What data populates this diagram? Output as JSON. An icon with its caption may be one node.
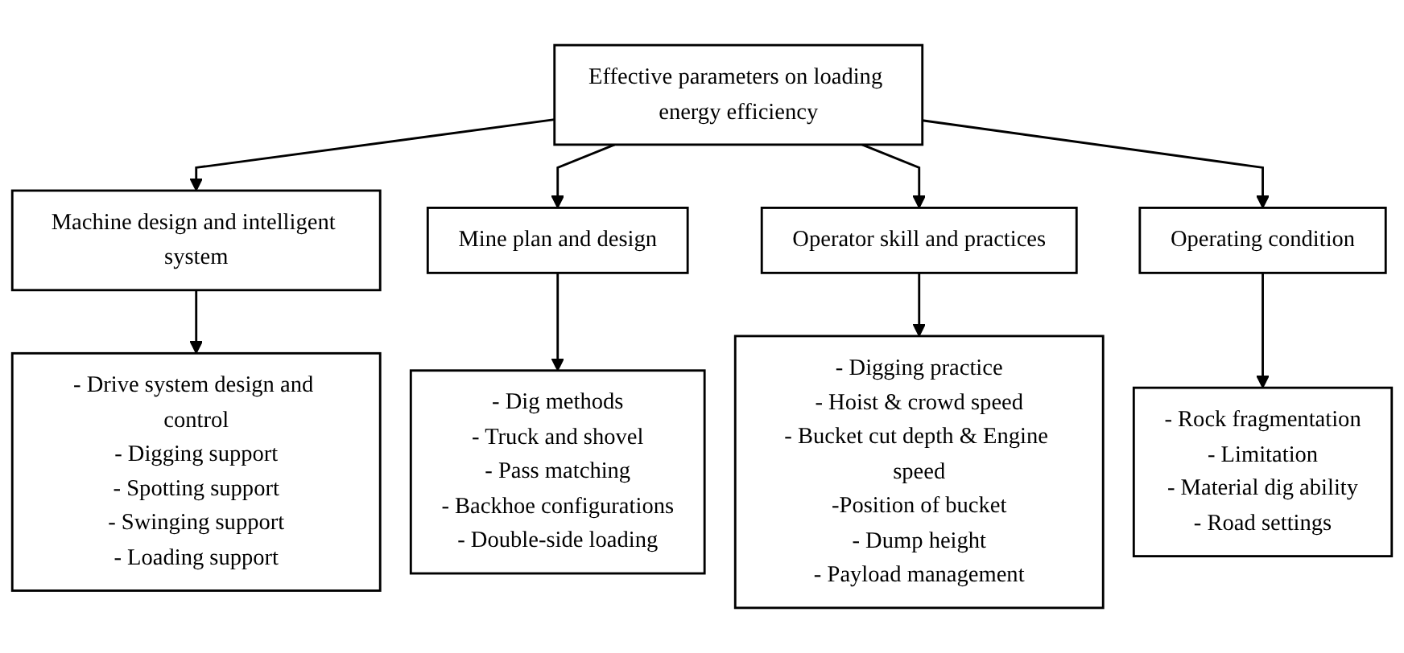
{
  "diagram": {
    "nodes": [
      {
        "text": [
          "Effective parameters on loading energy efficiency"
        ]
      },
      {
        "text": [
          "Machine design and intelligent system"
        ]
      },
      {
        "text": [
          "Mine plan and design"
        ]
      },
      {
        "text": [
          "Operator skill and practices"
        ]
      },
      {
        "text": [
          "Operating condition"
        ]
      },
      {
        "text": [
          "- Drive system design and control",
          "- Digging support",
          "- Spotting support",
          "- Swinging support",
          "- Loading support"
        ]
      },
      {
        "text": [
          "- Dig methods",
          "- Truck and shovel",
          "- Pass matching",
          "- Backhoe configurations",
          "- Double-side loading"
        ]
      },
      {
        "text": [
          "- Digging practice",
          "- Hoist & crowd speed",
          "- Bucket cut depth & Engine speed",
          "-Position of bucket",
          "- Dump height",
          "- Payload management"
        ]
      },
      {
        "text": [
          "- Rock fragmentation",
          "- Limitation",
          "- Material dig ability",
          "- Road settings"
        ]
      }
    ],
    "edges": [
      {
        "from": 0,
        "to": 1,
        "arrow": "to"
      },
      {
        "from": 0,
        "to": 2,
        "arrow": "to"
      },
      {
        "from": 0,
        "to": 3,
        "arrow": "to"
      },
      {
        "from": 0,
        "to": 4,
        "arrow": "to"
      },
      {
        "from": 1,
        "to": 5,
        "arrow": "to"
      },
      {
        "from": 2,
        "to": 6,
        "arrow": "to"
      },
      {
        "from": 3,
        "to": 7,
        "arrow": "to"
      },
      {
        "from": 4,
        "to": 8,
        "arrow": "to"
      }
    ]
  }
}
